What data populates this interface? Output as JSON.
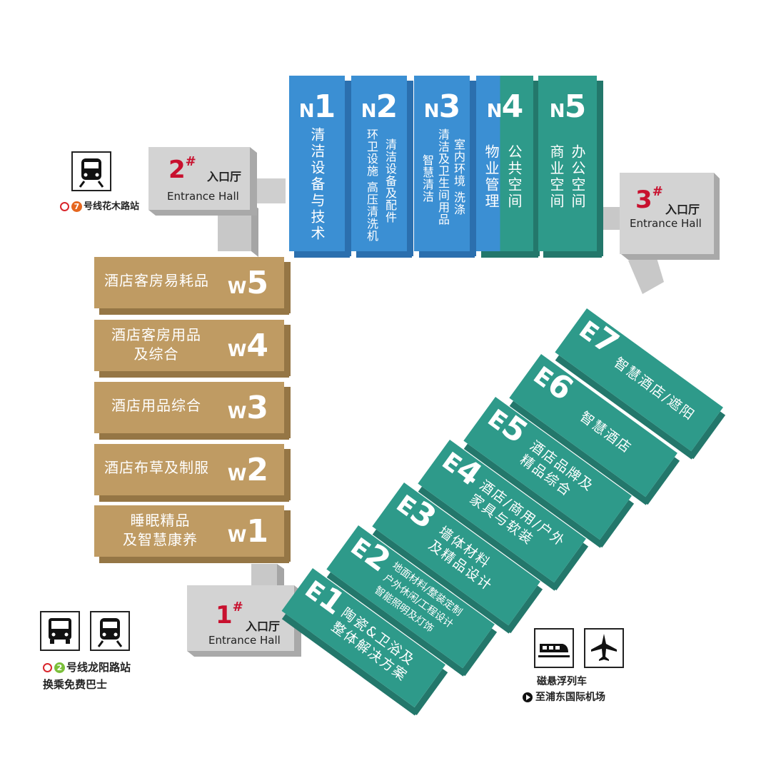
{
  "colors": {
    "north_blue": "#3b8fd3",
    "north_blue_side": "#2b6fae",
    "teal": "#2e9a8a",
    "teal_side": "#23776b",
    "west_tan": "#bf9b63",
    "west_tan_side": "#957645",
    "entrance_gray": "#d3d3d3",
    "entrance_gray_side": "#a9a9a9",
    "accent_red": "#c8102e",
    "line2_green": "#7bbf3a",
    "line7_orange": "#e5671f"
  },
  "north": [
    {
      "letter": "N",
      "number": "1",
      "lines": [
        "清洁设备与技术"
      ]
    },
    {
      "letter": "N",
      "number": "2",
      "lines": [
        "环卫设施 高压清洗机",
        "清洁设备及配件"
      ]
    },
    {
      "letter": "N",
      "number": "3",
      "lines": [
        "智慧清洁",
        "清洁及卫生间用品",
        "室内环境 洗涤"
      ]
    },
    {
      "letter": "N",
      "number": "4",
      "lines": [
        "物业管理",
        "公共空间"
      ]
    },
    {
      "letter": "N",
      "number": "5",
      "lines": [
        "商业空间",
        "办公空间"
      ]
    }
  ],
  "west": [
    {
      "letter": "W",
      "number": "5",
      "lines": [
        "酒店客房易耗品"
      ]
    },
    {
      "letter": "W",
      "number": "4",
      "lines": [
        "酒店客房用品",
        "及综合"
      ]
    },
    {
      "letter": "W",
      "number": "3",
      "lines": [
        "酒店用品综合"
      ]
    },
    {
      "letter": "W",
      "number": "2",
      "lines": [
        "酒店布草及制服"
      ]
    },
    {
      "letter": "W",
      "number": "1",
      "lines": [
        "睡眠精品",
        "及智慧康养"
      ]
    }
  ],
  "east": [
    {
      "letter": "E",
      "number": "1",
      "lines": [
        "陶瓷&卫浴及",
        "整体解决方案"
      ]
    },
    {
      "letter": "E",
      "number": "2",
      "lines": [
        "地面材料/整装定制",
        "户外休闲/工程设计",
        "智能照明及灯饰"
      ]
    },
    {
      "letter": "E",
      "number": "3",
      "lines": [
        "墙体材料",
        "及精品设计"
      ]
    },
    {
      "letter": "E",
      "number": "4",
      "lines": [
        "酒店/商用/户外",
        "家具与软装"
      ]
    },
    {
      "letter": "E",
      "number": "5",
      "lines": [
        "酒店品牌及",
        "精品综合"
      ]
    },
    {
      "letter": "E",
      "number": "6",
      "lines": [
        "智慧酒店"
      ]
    },
    {
      "letter": "E",
      "number": "7",
      "lines": [
        "智慧酒店/遮阳"
      ]
    }
  ],
  "entrances": [
    {
      "number": "1",
      "mark": "#",
      "cn": "入口厅",
      "en": "Entrance Hall"
    },
    {
      "number": "2",
      "mark": "#",
      "cn": "入口厅",
      "en": "Entrance Hall"
    },
    {
      "number": "3",
      "mark": "#",
      "cn": "入口厅",
      "en": "Entrance Hall"
    }
  ],
  "transport": {
    "metro7": {
      "line_number": "7",
      "text": "号线花木路站",
      "icon": "metro-train-icon"
    },
    "metro2": {
      "line_number": "2",
      "text": "号线龙阳路站",
      "note": "换乘免费巴士",
      "icons": [
        "bus-icon",
        "metro-train-icon"
      ]
    },
    "maglev": {
      "text": "磁悬浮列车",
      "note": "至浦东国际机场",
      "icons": [
        "maglev-train-icon",
        "airplane-icon"
      ]
    }
  }
}
